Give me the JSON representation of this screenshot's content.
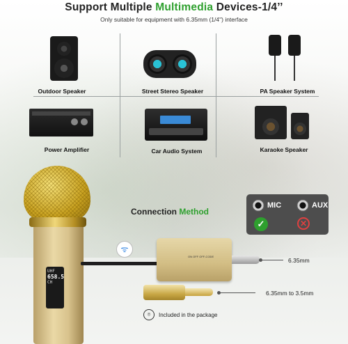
{
  "headline": {
    "prefix": "Support Multiple ",
    "accent": "Multimedia",
    "suffix": " Devices-1/4’’"
  },
  "subline": "Only suitable for equipment with 6.35mm (1/4\") interface",
  "devices": [
    {
      "label": "Outdoor Speaker"
    },
    {
      "label": "Street Stereo Speaker"
    },
    {
      "label": "PA Speaker System"
    },
    {
      "label": "Power Amplifier"
    },
    {
      "label": "Car Audio System"
    },
    {
      "label": "Karaoke Speaker"
    }
  ],
  "connection": {
    "title_prefix": "Connection ",
    "title_accent": "Method",
    "ports": [
      {
        "label": "MIC",
        "status": "supported",
        "status_icon": "check-icon"
      },
      {
        "label": "AUX",
        "status": "not-supported",
        "status_icon": "cross-icon"
      }
    ],
    "callouts": [
      {
        "text": "6.35mm"
      },
      {
        "text": "6.35mm to 3.5mm"
      }
    ],
    "included_text": "Included in the package",
    "receiver_text": "ON  OFF  OFF-CODE",
    "mic_screen": {
      "line1": "UHF",
      "line2": "658.5",
      "line3": "CH"
    }
  },
  "colors": {
    "accent": "#2ea02e",
    "panel": "#4d4d4d",
    "cross": "#e04040"
  }
}
